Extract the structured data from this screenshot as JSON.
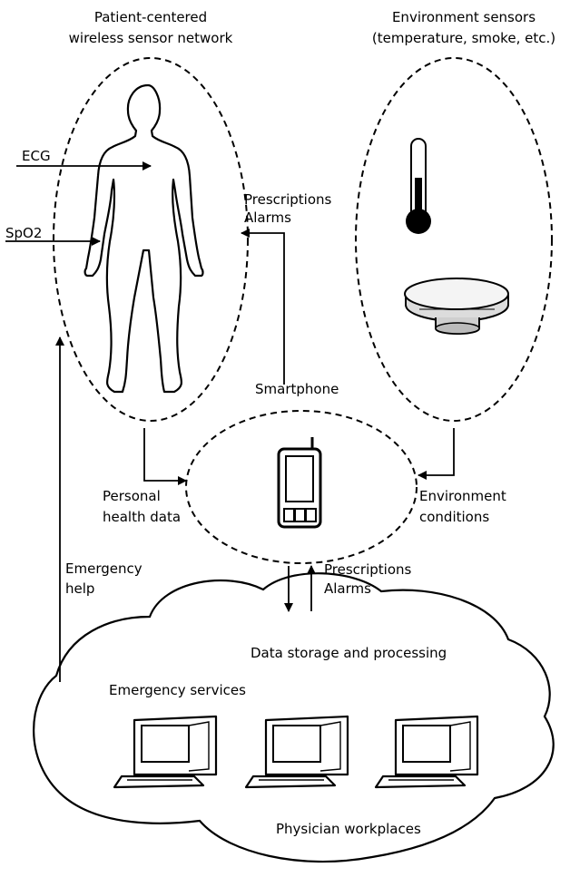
{
  "groups": {
    "patient_network": {
      "title_line1": "Patient-centered",
      "title_line2": "wireless sensor network"
    },
    "environment_sensors": {
      "title_line1": "Environment sensors",
      "title_line2": "(temperature, smoke, etc.)"
    },
    "smartphone": {
      "title": "Smartphone"
    },
    "cloud": {
      "title": "Data storage and processing"
    }
  },
  "labels": {
    "ecg": "ECG",
    "spo2": "SpO2",
    "prescriptions_top_line1": "Prescriptions",
    "prescriptions_top_line2": "Alarms",
    "personal_line1": "Personal",
    "personal_line2": "health data",
    "environment_line1": "Environment",
    "environment_line2": "conditions",
    "emergency_line1": "Emergency",
    "emergency_line2": "help",
    "prescriptions_mid_line1": "Prescriptions",
    "prescriptions_mid_line2": "Alarms",
    "emergency_services": "Emergency services",
    "physician_workplaces": "Physician workplaces"
  },
  "icons": [
    "human-body-icon",
    "thermometer-icon",
    "smoke-detector-icon",
    "smartphone-icon",
    "computer-workstation-icon"
  ]
}
